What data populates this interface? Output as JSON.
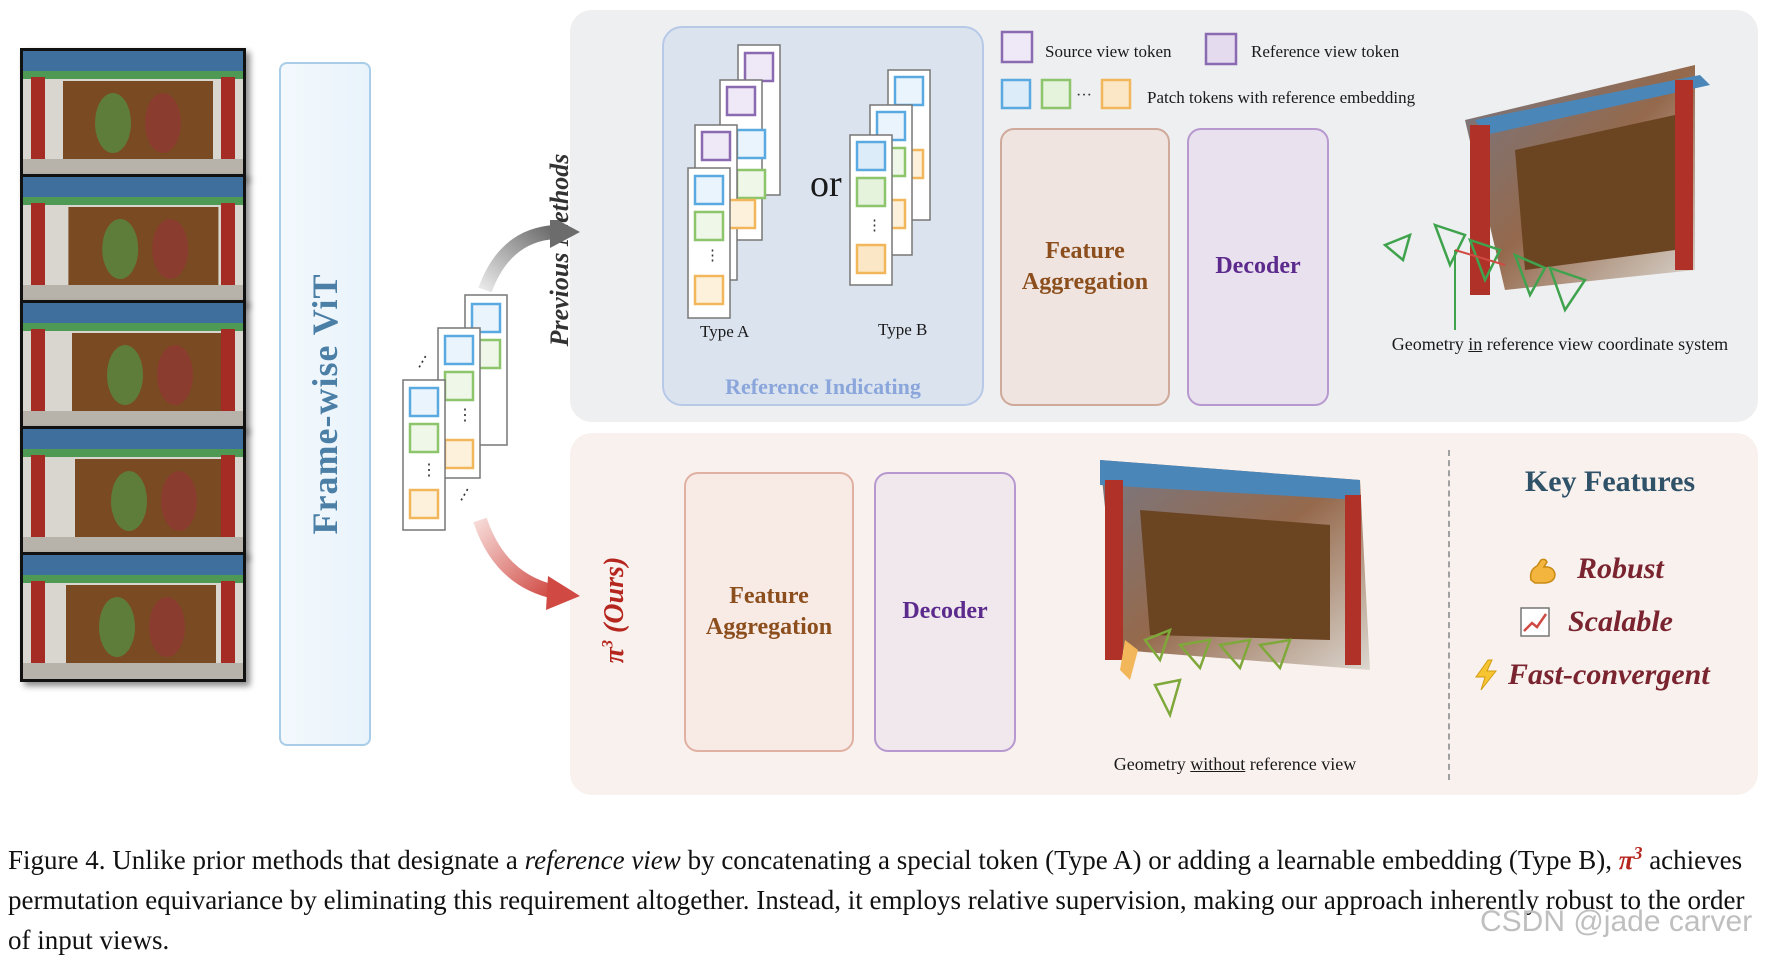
{
  "frame_vit_label": "Frame-wise ViT",
  "photos": [
    "photo-1",
    "photo-2",
    "photo-3",
    "photo-4",
    "photo-5"
  ],
  "previous_methods_label": "Previous Methods",
  "ours_label_main": "π",
  "ours_label_sup": "3",
  "ours_label_suffix": " (Ours)",
  "or_label": "or",
  "type_a_label": "Type A",
  "type_b_label": "Type B",
  "reference_indicating_label": "Reference Indicating",
  "legend": {
    "source_view_token": "Source view token",
    "reference_view_token": "Reference view token",
    "patch_tokens": "Patch tokens with reference embedding"
  },
  "top_feature_aggregation": "Feature Aggregation",
  "top_decoder": "Decoder",
  "top_geometry_caption": {
    "pre": "Geometry ",
    "underlined": "in",
    "post": " reference view coordinate system"
  },
  "bottom_feature_aggregation": "Feature Aggregation",
  "bottom_decoder": "Decoder",
  "bottom_geometry_caption": {
    "pre": "Geometry ",
    "underlined": "without",
    "post": " reference view"
  },
  "key_features": {
    "title": "Key Features",
    "items": [
      {
        "icon": "flexed-biceps-icon",
        "label": "Robust"
      },
      {
        "icon": "chart-increasing-icon",
        "label": "Scalable"
      },
      {
        "icon": "lightning-icon",
        "label": "Fast-convergent"
      }
    ]
  },
  "caption": {
    "prefix": "Figure 4. Unlike prior methods that designate a ",
    "italic": "reference view",
    "part2": " by concatenating a special token (Type A) or adding a learnable embedding (Type B), ",
    "pi": "π",
    "pi_sup": "3",
    "part3": " achieves permutation equivariance by eliminating this requirement altogether. Instead, it employs relative supervision, making our approach inherently robust to the order of input views."
  },
  "watermark": "CSDN @jade carver",
  "colors": {
    "token_blue": "#5aa9e0",
    "token_green": "#8cc56b",
    "token_orange": "#f2b75a",
    "token_purple": "#8a6ab0",
    "arrow_gray": "#6c6c6c",
    "arrow_red": "#d04a43"
  }
}
